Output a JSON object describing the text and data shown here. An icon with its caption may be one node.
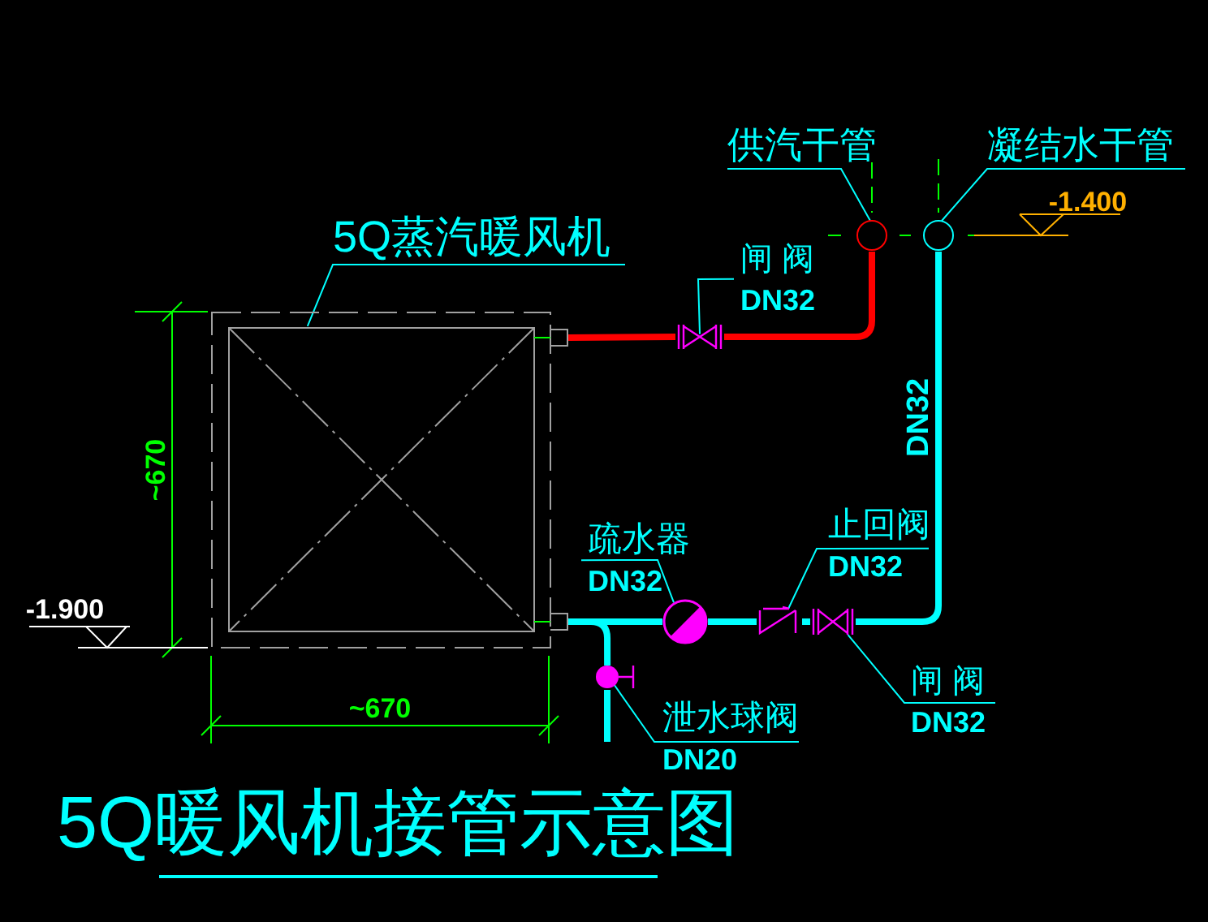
{
  "diagram": {
    "title": "5Q暖风机接管示意图",
    "nodes": [
      {
        "text": [
          "5Q蒸汽暖风机"
        ]
      },
      {
        "text": [],
        "shape": "box"
      },
      {
        "text": [],
        "shape": "valve"
      },
      {
        "text": [
          "闸 阀",
          "DN32"
        ]
      },
      {
        "text": [],
        "shape": "circle"
      },
      {
        "text": [],
        "shape": "circle"
      },
      {
        "text": [
          "供汽干管"
        ]
      },
      {
        "text": [
          "凝结水干管"
        ]
      },
      {
        "text": [],
        "shape": "circle"
      },
      {
        "text": [
          "疏水器",
          "DN32"
        ]
      },
      {
        "text": [],
        "shape": "valve"
      },
      {
        "text": [
          "止回阀",
          "DN32"
        ]
      },
      {
        "text": [],
        "shape": "valve"
      },
      {
        "text": [
          "闸 阀",
          "DN32"
        ]
      },
      {
        "text": [],
        "shape": "circle"
      },
      {
        "text": [
          "泄水球阀",
          "DN20"
        ]
      }
    ],
    "edges": [
      {
        "from": 1,
        "to": 2,
        "arrow": "none",
        "style": "thick",
        "color": "#ff0000"
      },
      {
        "from": 2,
        "to": 4,
        "arrow": "none",
        "style": "thick",
        "color": "#ff0000"
      },
      {
        "from": 1,
        "to": 8,
        "arrow": "none",
        "style": "thick"
      },
      {
        "from": 8,
        "to": 10,
        "arrow": "none",
        "style": "thick"
      },
      {
        "from": 10,
        "to": 12,
        "arrow": "none",
        "style": "thick"
      },
      {
        "from": 12,
        "to": 5,
        "arrow": "none",
        "style": "thick",
        "label": "DN32"
      },
      {
        "from": 1,
        "to": 14,
        "arrow": "none",
        "style": "thick"
      },
      {
        "from": 0,
        "to": 1,
        "arrow": "none"
      },
      {
        "from": 3,
        "to": 2,
        "arrow": "none"
      },
      {
        "from": 6,
        "to": 4,
        "arrow": "none"
      },
      {
        "from": 7,
        "to": 5,
        "arrow": "none"
      },
      {
        "from": 9,
        "to": 8,
        "arrow": "none"
      },
      {
        "from": 11,
        "to": 10,
        "arrow": "none"
      },
      {
        "from": 13,
        "to": 12,
        "arrow": "none"
      },
      {
        "from": 15,
        "to": 14,
        "arrow": "none"
      }
    ],
    "labels": [
      "~670",
      "~670",
      "-1.900",
      "-1.400"
    ]
  }
}
